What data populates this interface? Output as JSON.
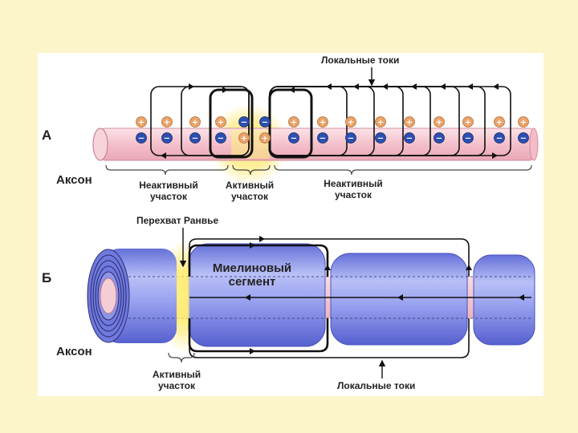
{
  "labels": {
    "letter_a": "А",
    "letter_b": "Б",
    "axon_a": "Аксон",
    "axon_b": "Аксон",
    "local_currents_top": "Локальные токи",
    "inactive_left": "Неактивный\nучасток",
    "active_top": "Активный\nучасток",
    "inactive_right": "Неактивный\nучасток",
    "ranvier_node": "Перехват Ранвье",
    "myelin_segment": "Миелиновый\nсегмент",
    "active_bottom": "Активный\nучасток",
    "local_currents_bottom": "Локальные токи"
  },
  "charges": {
    "plus": "+",
    "minus": "−"
  },
  "colors": {
    "background": "#fbf5c9",
    "axon_pink": "#f6c9d2",
    "myelin_blue": "#7d86e6",
    "positive_ion": "#e8a36a",
    "negative_ion": "#2c4fb0",
    "active_glow": "#ffe45a",
    "current_line": "#111111"
  }
}
